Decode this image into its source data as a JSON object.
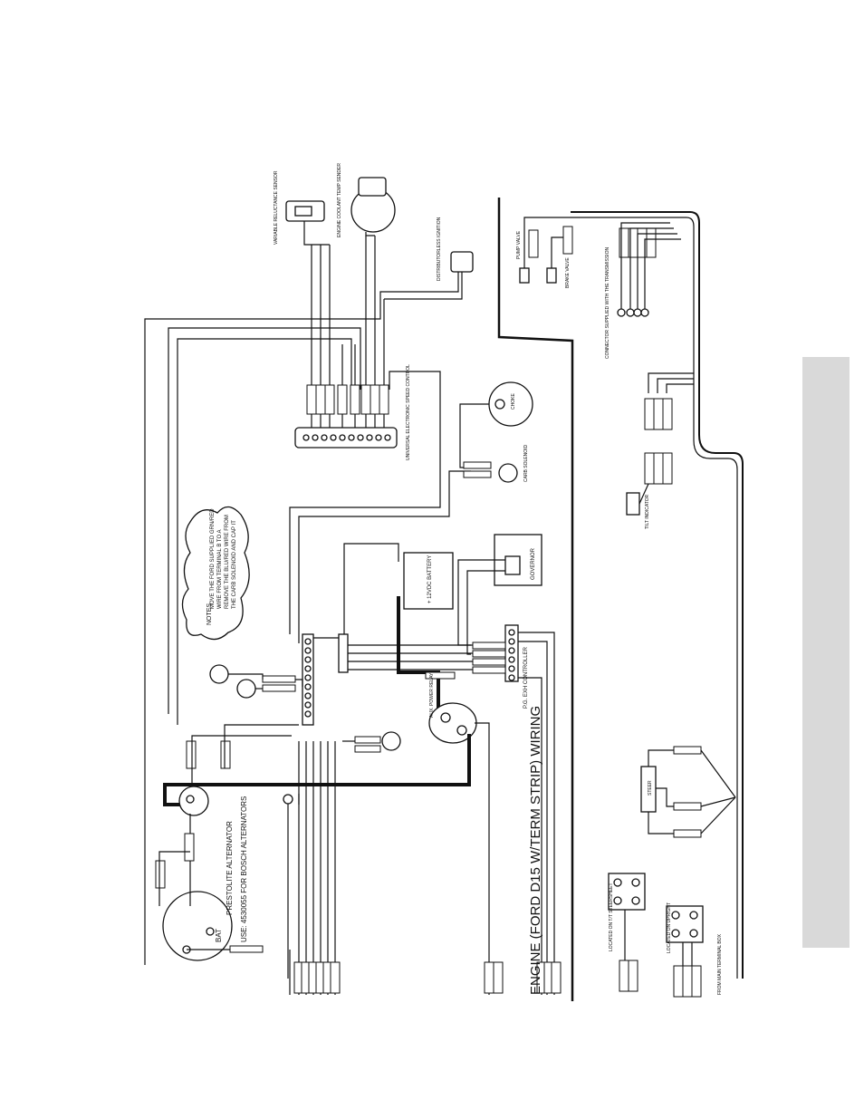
{
  "page": {
    "background": "#ffffff",
    "side_tab_color": "#d9d9d9"
  },
  "diagram": {
    "title": "ENGINE (FORD D15 W/TERM STRIP) WIRING",
    "labels": {
      "alternator": "PRESTOLITE ALTERNATOR",
      "alternator_note": "USE: 4530055 FOR BOSCH ALTERNATORS",
      "bat": "BAT",
      "notes_heading": "NOTES",
      "note_1": "MOVE THE FORD SUPPLIED GRN/RED",
      "note_2": "WIRE FROM TERMINAL B TO A",
      "note_3": "REMOVE THE BLU/RED WIRE FROM",
      "note_4": "THE CARB SOLENOID AND CAP IT",
      "battery": "+ 12VDC BATTERY",
      "governor": "GOVERNOR",
      "controller": "P.G. EXH CONTROLLER",
      "aux_relay": "AUX. POWER RELAY",
      "choke": "CHOKE",
      "carb_solenoid": "CARB SOLENOID",
      "speed_control": "UNIVERSAL ELECTRONIC SPEED CONTROL",
      "distributorless": "DISTRIBUTORLESS IGNITION",
      "sensor": "VARIABLE RELUCTANCE SENSOR",
      "coolant": "ENGINE COOLANT TEMP SENDER",
      "pump_valve": "PUMP VALVE",
      "brake_valve": "BRAKE VALVE",
      "transmission": "CONNECTOR SUPPLIED WITH THE TRANSMISSION",
      "tilt": "TILT INDICATOR",
      "steer": "STEER",
      "limit_a": "LOCATED ON T/T STEERSHEET",
      "limit_b": "LOCATED ON UPRIGHT",
      "terminal_box": "FROM MAIN TERMINAL BOX"
    }
  }
}
